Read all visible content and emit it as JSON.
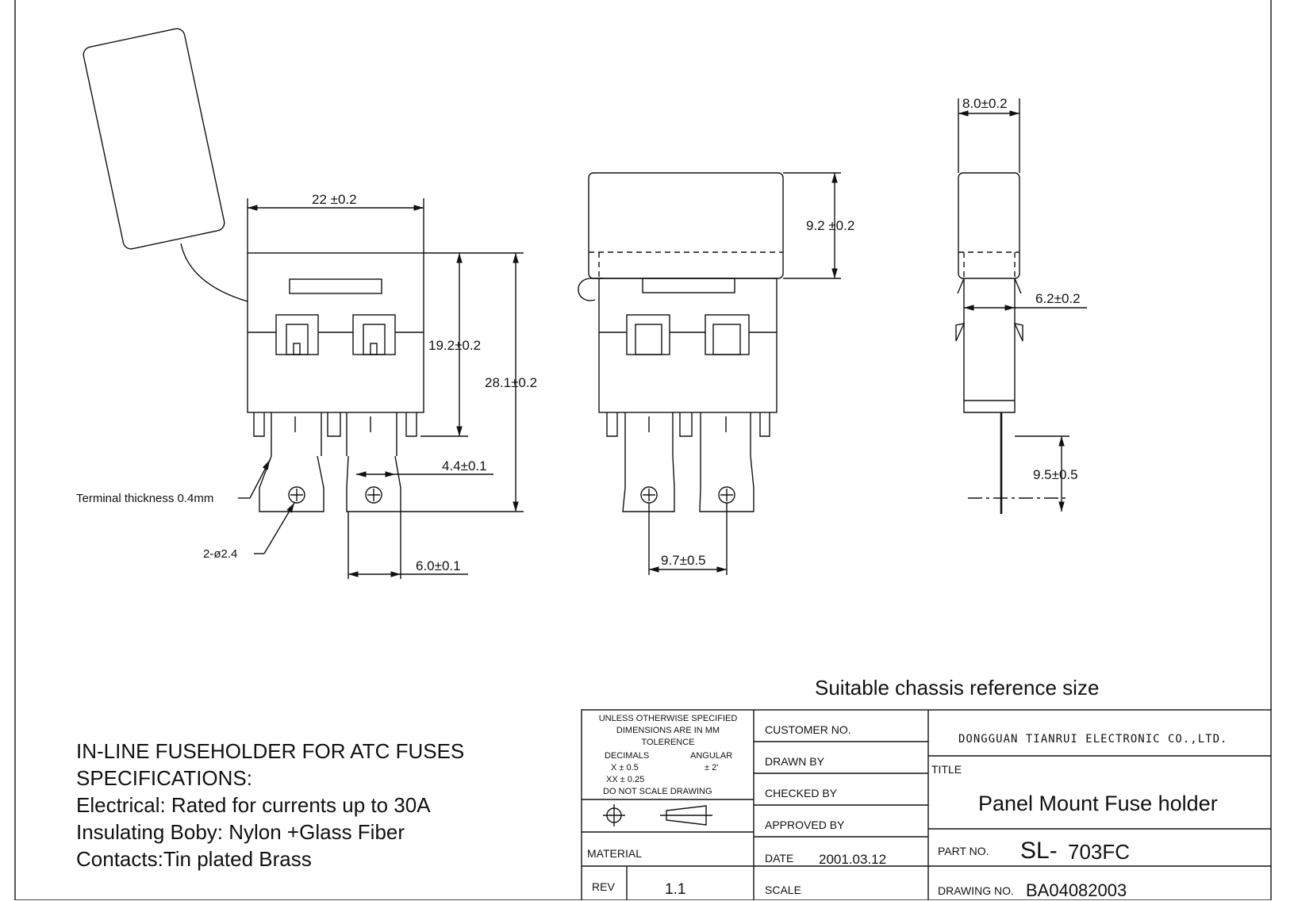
{
  "dimensions": {
    "width_22": "22 ±0.2",
    "height_19_2": "19.2±0.2",
    "height_28_1": "28.1±0.2",
    "terminal_4_4": "4.4±0.1",
    "terminal_6_0": "6.0±0.1",
    "pitch_9_7": "9.7±0.5",
    "cap_9_2": "9.2 ±0.2",
    "side_8_0": "8.0±0.2",
    "side_6_2": "6.2±0.2",
    "pin_9_5": "9.5±0.5"
  },
  "notes": {
    "terminal_thickness": "Terminal thickness 0.4mm",
    "hole": "2-ø2.4"
  },
  "chassis_caption": "Suitable chassis reference size",
  "specs": [
    "IN-LINE FUSEHOLDER FOR ATC FUSES",
    "SPECIFICATIONS:",
    "Electrical: Rated for currents up to 30A",
    "Insulating Boby: Nylon +Glass Fiber",
    "Contacts:Tin plated Brass"
  ],
  "title_block": {
    "tolerance": {
      "line1": "UNLESS OTHERWISE SPECIFIED",
      "line2": "DIMENSIONS ARE IN MM",
      "line3": "TOLERENCE",
      "decimals": "DECIMALS",
      "angular": "ANGULAR",
      "x": "X ± 0.5",
      "xx": "XX ± 0.25",
      "angle": "± 2'",
      "noscale": "DO NOT SCALE DRAWING"
    },
    "material_label": "MATERIAL",
    "rev_label": "REV",
    "rev_value": "1.1",
    "customer_label": "CUSTOMER NO.",
    "drawn_label": "DRAWN BY",
    "checked_label": "CHECKED BY",
    "approved_label": "APPROVED BY",
    "date_label": "DATE",
    "date_value": "2001.03.12",
    "scale_label": "SCALE",
    "company": "DONGGUAN TIANRUI ELECTRONIC CO.,LTD.",
    "title_label": "TITLE",
    "title_value": "Panel Mount Fuse holder",
    "part_label": "PART NO.",
    "part_prefix": "SL-",
    "part_value": "703FC",
    "drawing_label": "DRAWING NO.",
    "drawing_value": "BA04082003"
  }
}
